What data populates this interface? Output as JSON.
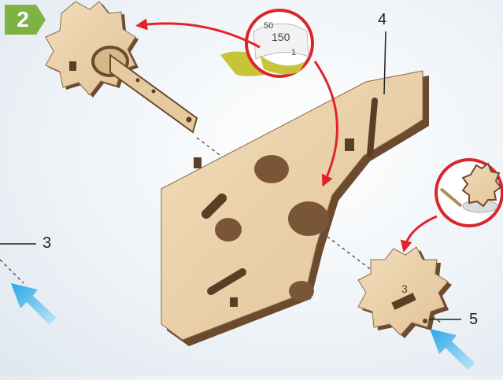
{
  "step": {
    "number": "2"
  },
  "callouts": [
    {
      "id": "3",
      "label": "3"
    },
    {
      "id": "4",
      "label": "4"
    },
    {
      "id": "5",
      "label": "5"
    }
  ],
  "sandpaper": {
    "grit_label": "150",
    "grit_label_partial_top": "50",
    "grit_label_partial_bottom": "1"
  },
  "gear_marking": "3",
  "colors": {
    "badge_green": "#7cb342",
    "wood_face": "#e9cfa6",
    "wood_edge": "#6b4a2e",
    "arrow_red": "#e0242b",
    "arrow_blue": "#2aa6e6",
    "sandpaper_yellow": "#c8c43a"
  },
  "icons": [
    "blue-assembly-arrow-icon",
    "red-direction-arrow-icon",
    "magnifier-callout-icon"
  ]
}
